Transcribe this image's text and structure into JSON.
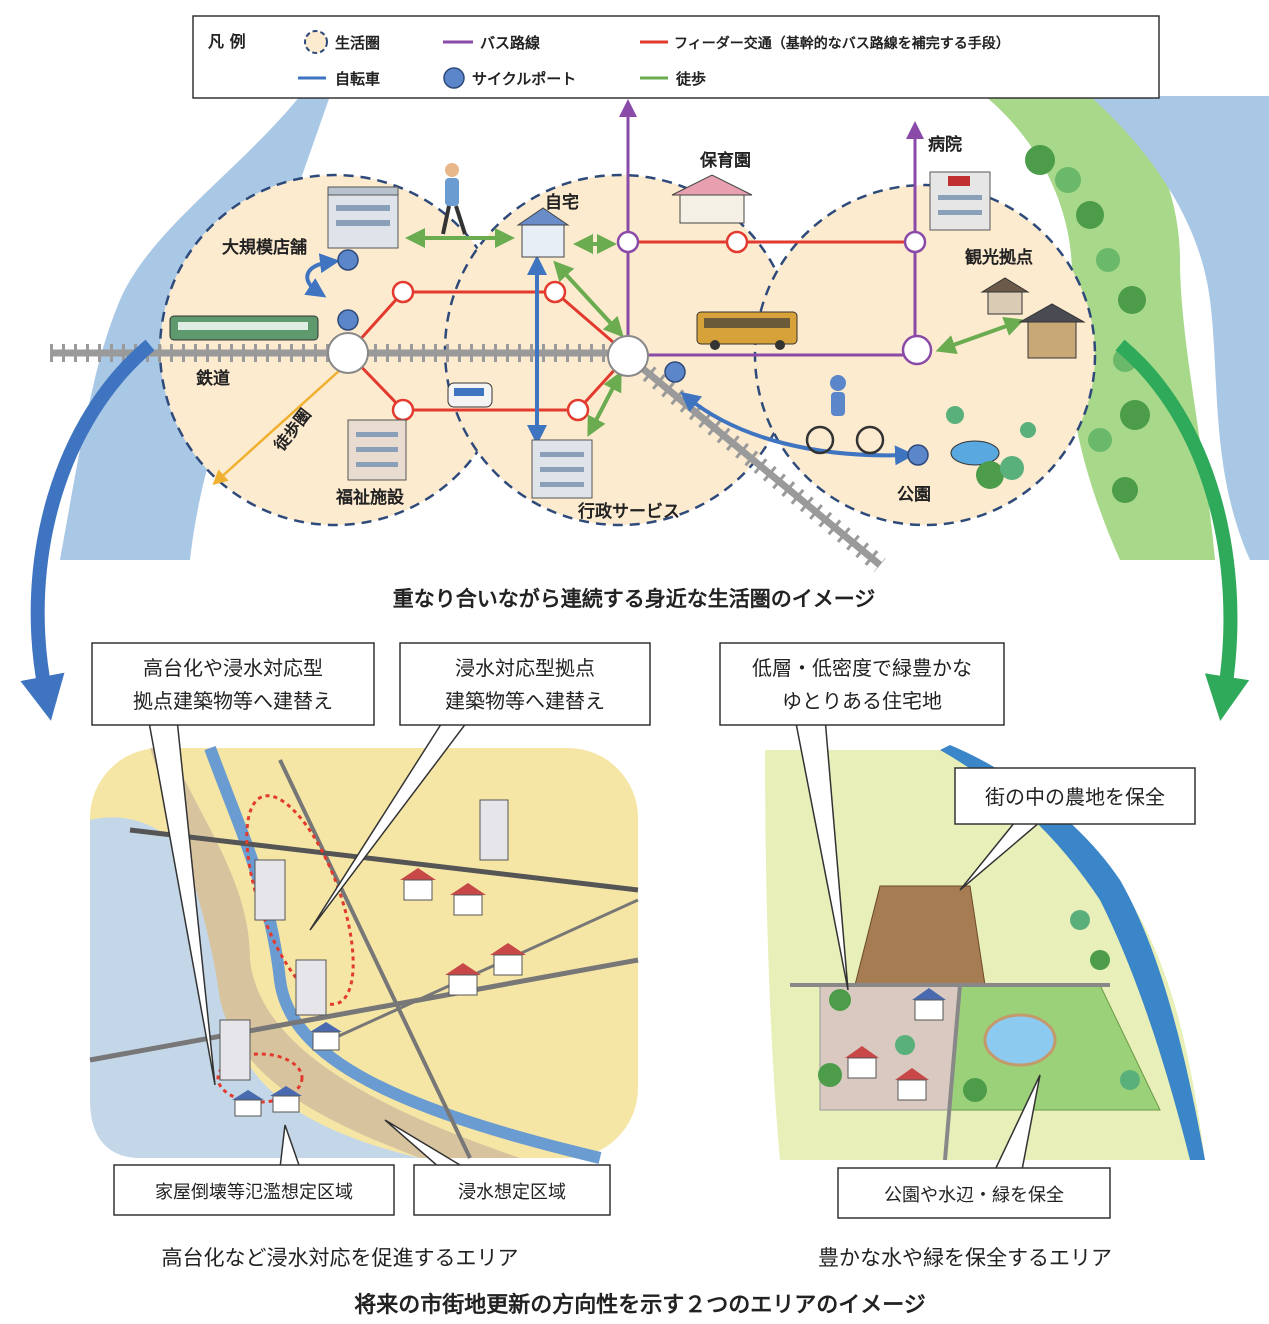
{
  "legend": {
    "title": "凡 例",
    "items": [
      {
        "label": "生活圏",
        "icon": "dashed-circle-icon"
      },
      {
        "label": "バス路線",
        "icon": "purple-line-icon",
        "color": "#8a4aa8"
      },
      {
        "label": "フィーダー交通（基幹的なバス路線を補完する手段）",
        "icon": "red-line-icon",
        "color": "#e23a2e"
      },
      {
        "label": "自転車",
        "icon": "blue-line-icon",
        "color": "#3f74c0"
      },
      {
        "label": "サイクルポート",
        "icon": "blue-circle-icon",
        "color": "#5b86c9"
      },
      {
        "label": "徒歩",
        "icon": "green-line-icon",
        "color": "#6aac4f"
      }
    ]
  },
  "diagram_labels": {
    "store": "大規模店舗",
    "home": "自宅",
    "nursery": "保育園",
    "hospital": "病院",
    "tourism": "観光拠点",
    "railway": "鉄道",
    "walk_zone": "徒歩圏",
    "welfare": "福祉施設",
    "admin": "行政サービス",
    "park": "公園"
  },
  "top_caption": "重なり合いながら連続する身近な生活圏のイメージ",
  "left_area": {
    "callout_1": [
      "高台化や浸水対応型",
      "拠点建築物等へ建替え"
    ],
    "callout_2": [
      "浸水対応型拠点",
      "建築物等へ建替え"
    ],
    "label_flood_collapse": "家屋倒壊等氾濫想定区域",
    "label_flood": "浸水想定区域",
    "caption": "高台化など浸水対応を促進するエリア"
  },
  "right_area": {
    "callout_1": [
      "低層・低密度で緑豊かな",
      "ゆとりある住宅地"
    ],
    "callout_2": "街の中の農地を保全",
    "label_park": "公園や水辺・緑を保全",
    "caption": "豊かな水や緑を保全するエリア"
  },
  "bottom_caption": "将来の市街地更新の方向性を示す２つのエリアのイメージ",
  "colors": {
    "zone_fill": "#fdebd0",
    "zone_border": "#2e4a7a",
    "bus": "#8a4aa8",
    "feeder": "#e23a2e",
    "bike": "#3f74c0",
    "walk": "#6aac4f",
    "river": "#a9c8e6",
    "left_arrow": "#3f74c0",
    "right_arrow": "#2eaa5a"
  }
}
